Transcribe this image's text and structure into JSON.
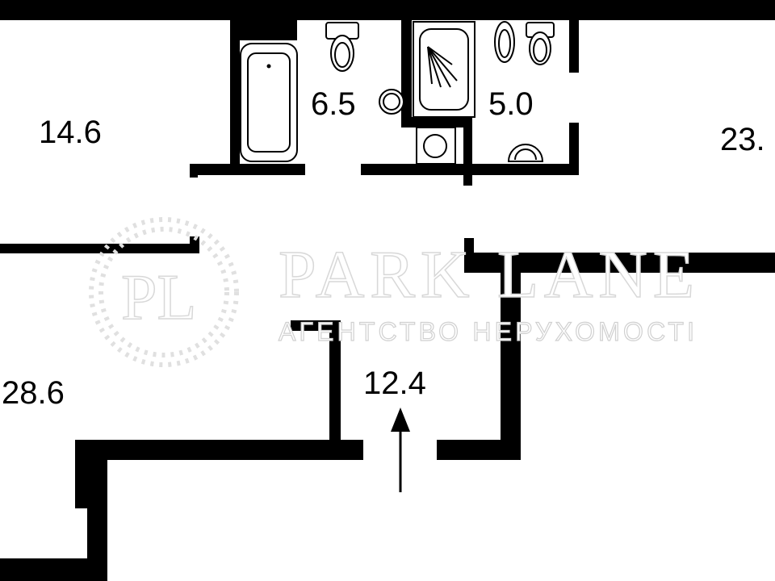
{
  "plan": {
    "rooms": [
      {
        "id": "room-left-top",
        "area": "14.6"
      },
      {
        "id": "bathroom-1",
        "area": "6.5"
      },
      {
        "id": "bathroom-2",
        "area": "5.0"
      },
      {
        "id": "room-right",
        "area": "23."
      },
      {
        "id": "hall",
        "area": "12.4"
      },
      {
        "id": "room-left-bottom",
        "area": "28.6"
      }
    ]
  },
  "watermark": {
    "monogram": "PL",
    "brand": "PARK LANE",
    "subtitle": "АГЕНТСТВО НЕРУХОМОСТІ"
  },
  "colors": {
    "wall": "#000000",
    "background": "#ffffff"
  }
}
